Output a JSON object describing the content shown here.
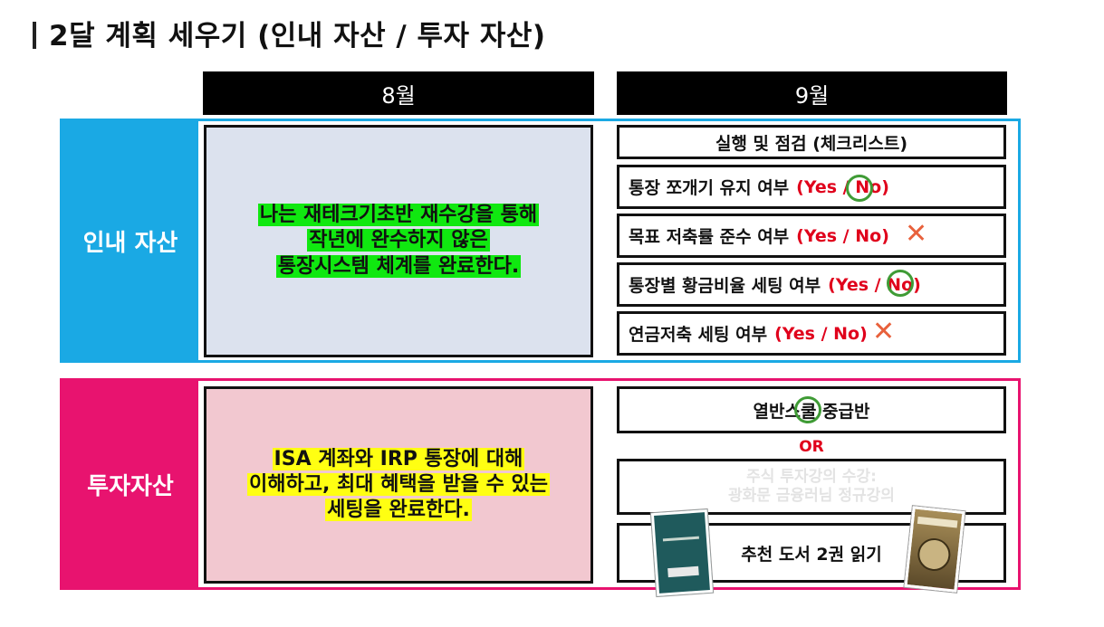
{
  "title": "2달 계획 세우기 (인내 자산 / 투자 자산)",
  "months": [
    "8월",
    "9월"
  ],
  "colors": {
    "blue": "#1aa9e4",
    "pink": "#e8136f",
    "goal_bg_blue": "#dce2ee",
    "goal_bg_pink": "#f2c8d0",
    "highlight_green": "#10e810",
    "highlight_yellow": "#ffff12"
  },
  "patience": {
    "label": "인내 자산",
    "goal_lines": [
      "나는 재테크기초반 재수강을 통해",
      "작년에 완수하지 않은",
      "통장시스템 체계를 완료한다."
    ],
    "checklist_header": "실행 및 점검 (체크리스트)",
    "items": [
      {
        "text": "통장 쪼개기 유지 여부",
        "yn": "(Yes / No)"
      },
      {
        "text": "목표 저축률 준수 여부",
        "yn": "(Yes / No)"
      },
      {
        "text": "통장별 황금비율 세팅 여부",
        "yn": "(Yes / No)"
      },
      {
        "text": "연금저축 세팅 여부",
        "yn": "(Yes / No)"
      }
    ]
  },
  "investment": {
    "label": "투자자산",
    "goal_lines": [
      "ISA 계좌와 IRP 통장에 대해",
      "이해하고, 최대 혜택을 받을 수 있는",
      "세팅을 완료한다."
    ],
    "option1": "열반스쿨 중급반",
    "or": "OR",
    "option2_lines": [
      "주식 투자강의 수강:",
      "광화문 금융러님 정규강의"
    ],
    "option3": "추천 도서 2권 읽기"
  }
}
